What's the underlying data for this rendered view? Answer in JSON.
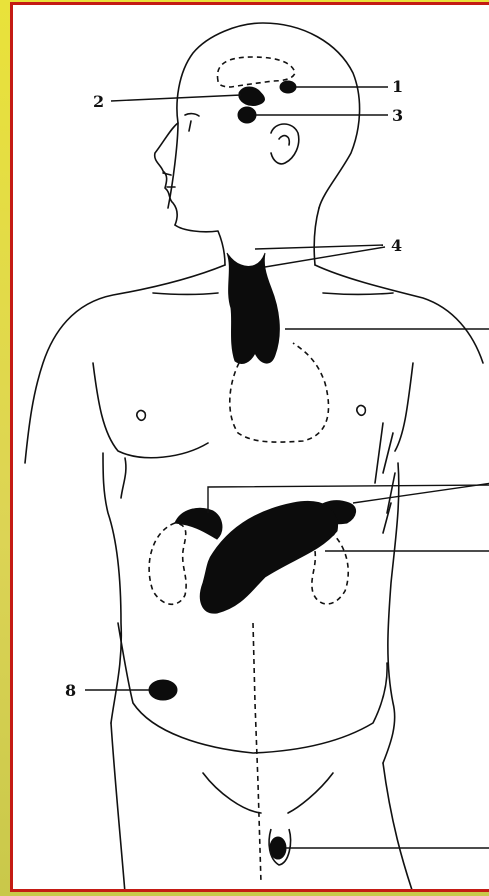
{
  "diagram": {
    "labels": {
      "l1": "1",
      "l2": "2",
      "l3": "3",
      "l4": "4",
      "l8": "8"
    },
    "colors": {
      "border": "#c41b14",
      "background_left": "#e9e23a",
      "ink": "#111111"
    }
  }
}
